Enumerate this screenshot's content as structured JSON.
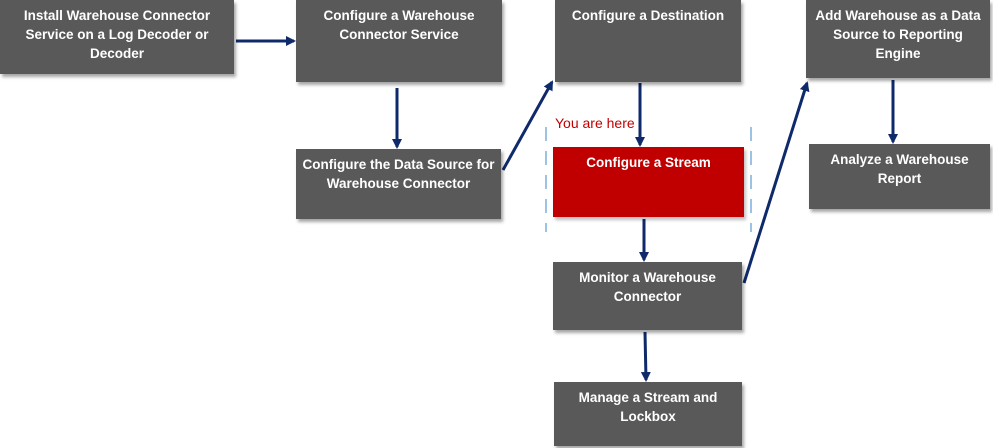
{
  "steps": {
    "install": "Install Warehouse Connector Service on a Log Decoder or Decoder",
    "configure_service": "Configure a Warehouse Connector Service",
    "configure_data_source": "Configure the Data Source for Warehouse Connector",
    "configure_destination": "Configure a Destination",
    "configure_stream": "Configure a Stream",
    "monitor": "Monitor a Warehouse Connector",
    "manage_stream": "Manage a Stream and Lockbox",
    "add_warehouse": "Add Warehouse as a Data Source to Reporting Engine",
    "analyze_report": "Analyze a Warehouse Report"
  },
  "marker": {
    "label": "You are here"
  },
  "colors": {
    "box": "#595959",
    "active_box": "#c00000",
    "arrow": "#0f2a6b",
    "marker_text": "#c00000"
  }
}
